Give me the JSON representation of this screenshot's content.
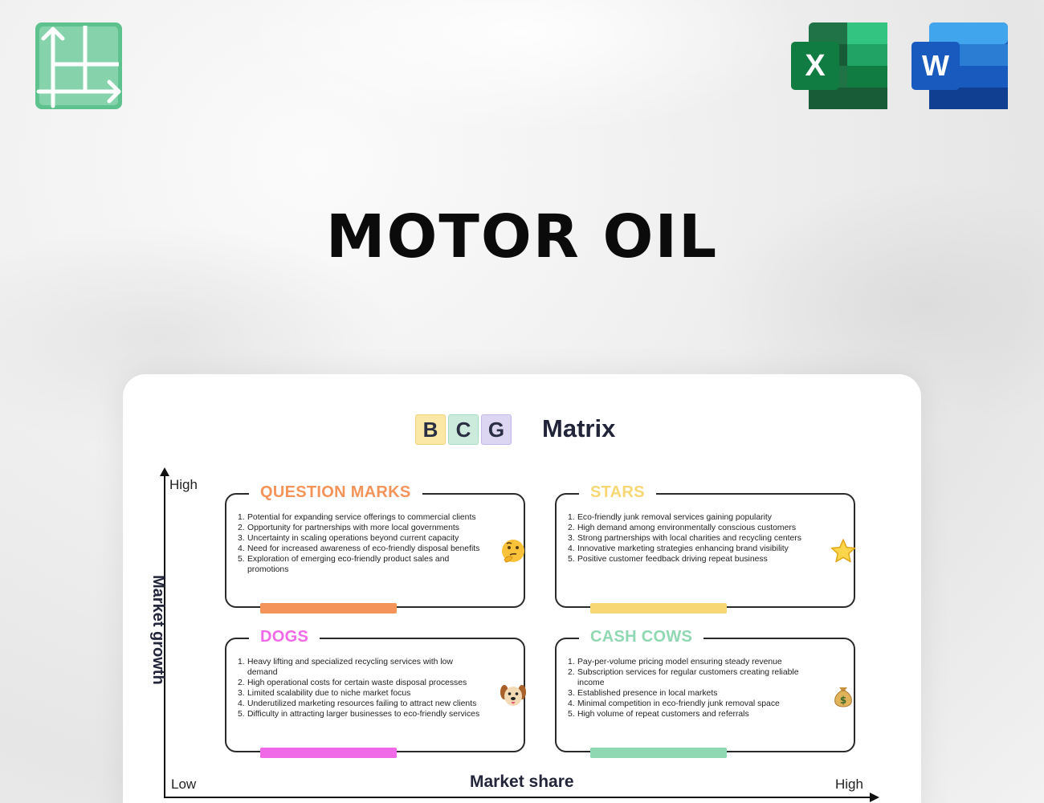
{
  "title": "MOTOR OIL",
  "icons": {
    "brand_logo": "grid-arrows-logo-icon",
    "excel": "excel-icon",
    "word": "word-icon",
    "excel_letter": "X",
    "word_letter": "W"
  },
  "card": {
    "bcg_letters": [
      {
        "letter": "B",
        "color": "#fbe8a6"
      },
      {
        "letter": "C",
        "color": "#cdebdc"
      },
      {
        "letter": "G",
        "color": "#ddd6f3"
      }
    ],
    "matrix_word": "Matrix",
    "axes": {
      "y_high": "High",
      "y_label": "Market growth",
      "x_low": "Low",
      "x_label": "Market share",
      "x_high": "High"
    },
    "quadrants": {
      "question_marks": {
        "title": "QUESTION MARKS",
        "color": "#f4945a",
        "icon": "thinking-face-icon",
        "items": [
          "Potential for expanding service offerings to commercial clients",
          "Opportunity for partnerships with more local governments",
          "Uncertainty in scaling operations beyond current capacity",
          "Need for increased awareness of eco-friendly disposal benefits",
          "Exploration of emerging eco-friendly product sales and promotions"
        ]
      },
      "stars": {
        "title": "STARS",
        "color": "#f7d774",
        "icon": "star-icon",
        "items": [
          "Eco-friendly junk removal services gaining popularity",
          "High demand among environmentally conscious customers",
          "Strong partnerships with local charities and recycling centers",
          "Innovative marketing strategies enhancing brand visibility",
          "Positive customer feedback driving repeat business"
        ]
      },
      "dogs": {
        "title": "DOGS",
        "color": "#f06ae8",
        "icon": "dog-face-icon",
        "items": [
          "Heavy lifting and specialized recycling services with low demand",
          "High operational costs for certain waste disposal processes",
          "Limited scalability due to niche market focus",
          "Underutilized marketing resources failing to attract new clients",
          "Difficulty in attracting larger businesses to eco-friendly services"
        ]
      },
      "cash_cows": {
        "title": "CASH COWS",
        "color": "#8fd8b2",
        "icon": "money-bag-icon",
        "items": [
          "Pay-per-volume pricing model ensuring steady revenue",
          "Subscription services for regular customers creating reliable income",
          "Established presence in local markets",
          "Minimal competition in eco-friendly junk removal space",
          "High volume of repeat customers and referrals"
        ]
      }
    }
  }
}
